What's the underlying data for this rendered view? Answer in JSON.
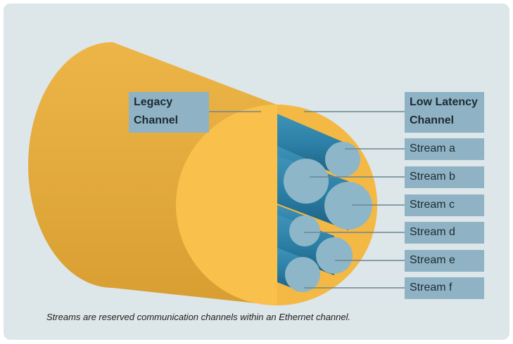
{
  "labels": {
    "legacy": [
      "Legacy",
      "Channel"
    ],
    "low_latency": [
      "Low Latency",
      "Channel"
    ],
    "streams": [
      "Stream a",
      "Stream b",
      "Stream c",
      "Stream d",
      "Stream e",
      "Stream f"
    ]
  },
  "caption": "Streams are reserved communication channels within an Ethernet channel.",
  "colors": {
    "background": "#dde6e8",
    "cable_outer": "#e9b142",
    "cable_face": "#f9c04b",
    "stream_tube": "#2c7fa6",
    "stream_end": "#8db6c8",
    "label_box": "#8fb3c4",
    "leader_line": "#6b8592"
  }
}
